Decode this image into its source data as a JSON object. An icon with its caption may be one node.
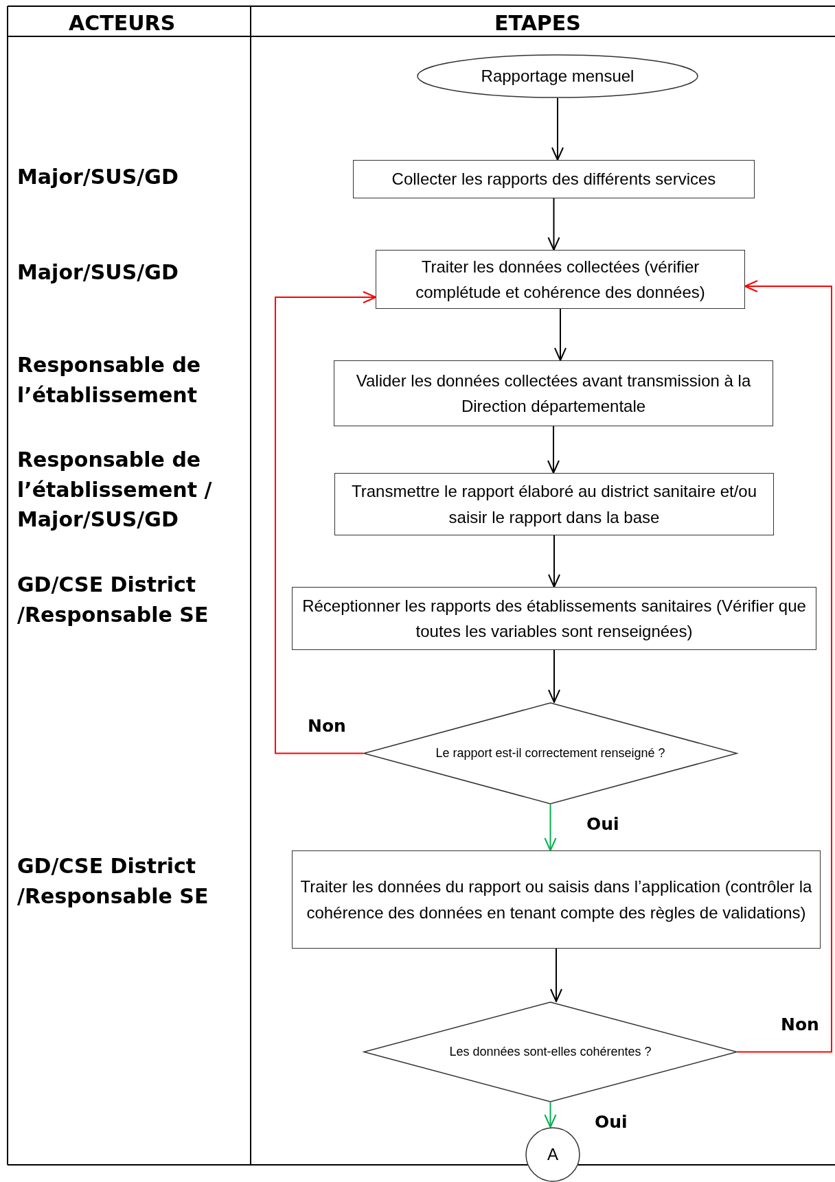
{
  "diagram": {
    "nodes": [
      {
        "text": [
          "Rapportage mensuel"
        ]
      },
      {
        "text": [
          "Collecter les rapports des différents services"
        ]
      },
      {
        "text": [
          "Traiter les données collectées (vérifier complétude et cohérence des données)"
        ]
      },
      {
        "text": [
          "Valider les données collectées avant transmission à la Direction départementale"
        ]
      },
      {
        "text": [
          "Transmettre le rapport élaboré au district sanitaire et/ou saisir le rapport dans la base"
        ]
      },
      {
        "text": [
          "Réceptionner les rapports des établissements sanitaires (Vérifier que toutes les variables sont renseignées)"
        ]
      },
      {
        "text": [
          "Le rapport est-il correctement renseigné ?"
        ]
      },
      {
        "text": [
          "Traiter les données du rapport ou saisis dans l’application (contrôler la cohérence des données en tenant compte des règles de validations)"
        ]
      },
      {
        "text": [
          "Les données sont-elles cohérentes ?"
        ]
      },
      {
        "text": [
          "A"
        ]
      }
    ],
    "edges": [
      {
        "from": 0,
        "to": 1,
        "arrow": "to"
      },
      {
        "from": 1,
        "to": 2,
        "arrow": "to"
      },
      {
        "from": 2,
        "to": 3,
        "arrow": "to"
      },
      {
        "from": 3,
        "to": 4,
        "arrow": "to"
      },
      {
        "from": 4,
        "to": 5,
        "arrow": "to"
      },
      {
        "from": 5,
        "to": 6,
        "arrow": "to"
      },
      {
        "from": 6,
        "to": 2,
        "arrow": "to",
        "label": "Non",
        "color": "#ff0000"
      },
      {
        "from": 6,
        "to": 7,
        "arrow": "to",
        "label": "Oui",
        "color": "#00b050"
      },
      {
        "from": 7,
        "to": 8,
        "arrow": "to"
      },
      {
        "from": 8,
        "to": 2,
        "arrow": "to",
        "label": "Non",
        "color": "#ff0000"
      },
      {
        "from": 8,
        "to": 9,
        "arrow": "to",
        "label": "Oui",
        "color": "#00b050"
      }
    ],
    "labels": [
      "ACTEURS",
      "ETAPES",
      "Major/SUS/GD",
      "Major/SUS/GD",
      "Responsable de l’établissement",
      "Responsable de l’établissement / Major/SUS/GD",
      "GD/CSE District /Responsable SE",
      "GD/CSE District /Responsable SE"
    ]
  }
}
